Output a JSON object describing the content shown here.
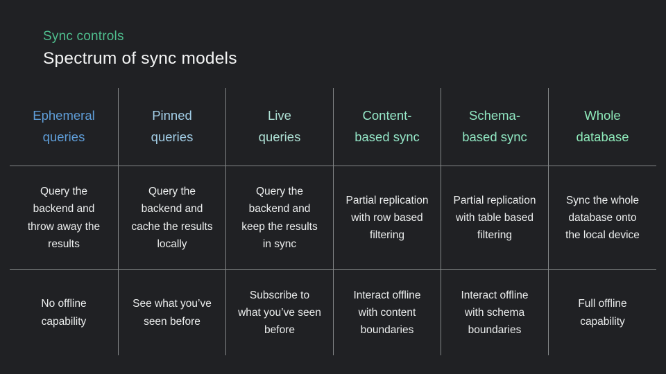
{
  "slide": {
    "kicker": "Sync controls",
    "title": "Spectrum of sync models",
    "colors": {
      "background": "#202124",
      "kicker": "#4fbe8e",
      "title": "#f4f5f5",
      "body_text": "#eceeee",
      "grid_line": "#858889"
    }
  },
  "table": {
    "columns": [
      {
        "header": "Ephemeral\nqueries",
        "header_color": "#5f9ed9",
        "model": "Query the\nbackend and\nthrow away the\nresults",
        "offline": "No offline\ncapability"
      },
      {
        "header": "Pinned\nqueries",
        "header_color": "#a3cfe8",
        "model": "Query the\nbackend and\ncache the results\nlocally",
        "offline": "See what you’ve\nseen before"
      },
      {
        "header": "Live\nqueries",
        "header_color": "#aee1d5",
        "model": "Query the\nbackend and\nkeep the results\nin sync",
        "offline": "Subscribe to\nwhat you’ve seen\nbefore"
      },
      {
        "header": "Content-\nbased sync",
        "header_color": "#94e6c7",
        "model": "Partial replication\nwith row based\nfiltering",
        "offline": "Interact offline\nwith content\nboundaries"
      },
      {
        "header": "Schema-\nbased sync",
        "header_color": "#90e7c2",
        "model": "Partial replication\nwith table based\nfiltering",
        "offline": "Interact offline\nwith schema\nboundaries"
      },
      {
        "header": "Whole\ndatabase",
        "header_color": "#8eeaba",
        "model": "Sync the whole\ndatabase onto\nthe local device",
        "offline": "Full offline\ncapability"
      }
    ]
  }
}
